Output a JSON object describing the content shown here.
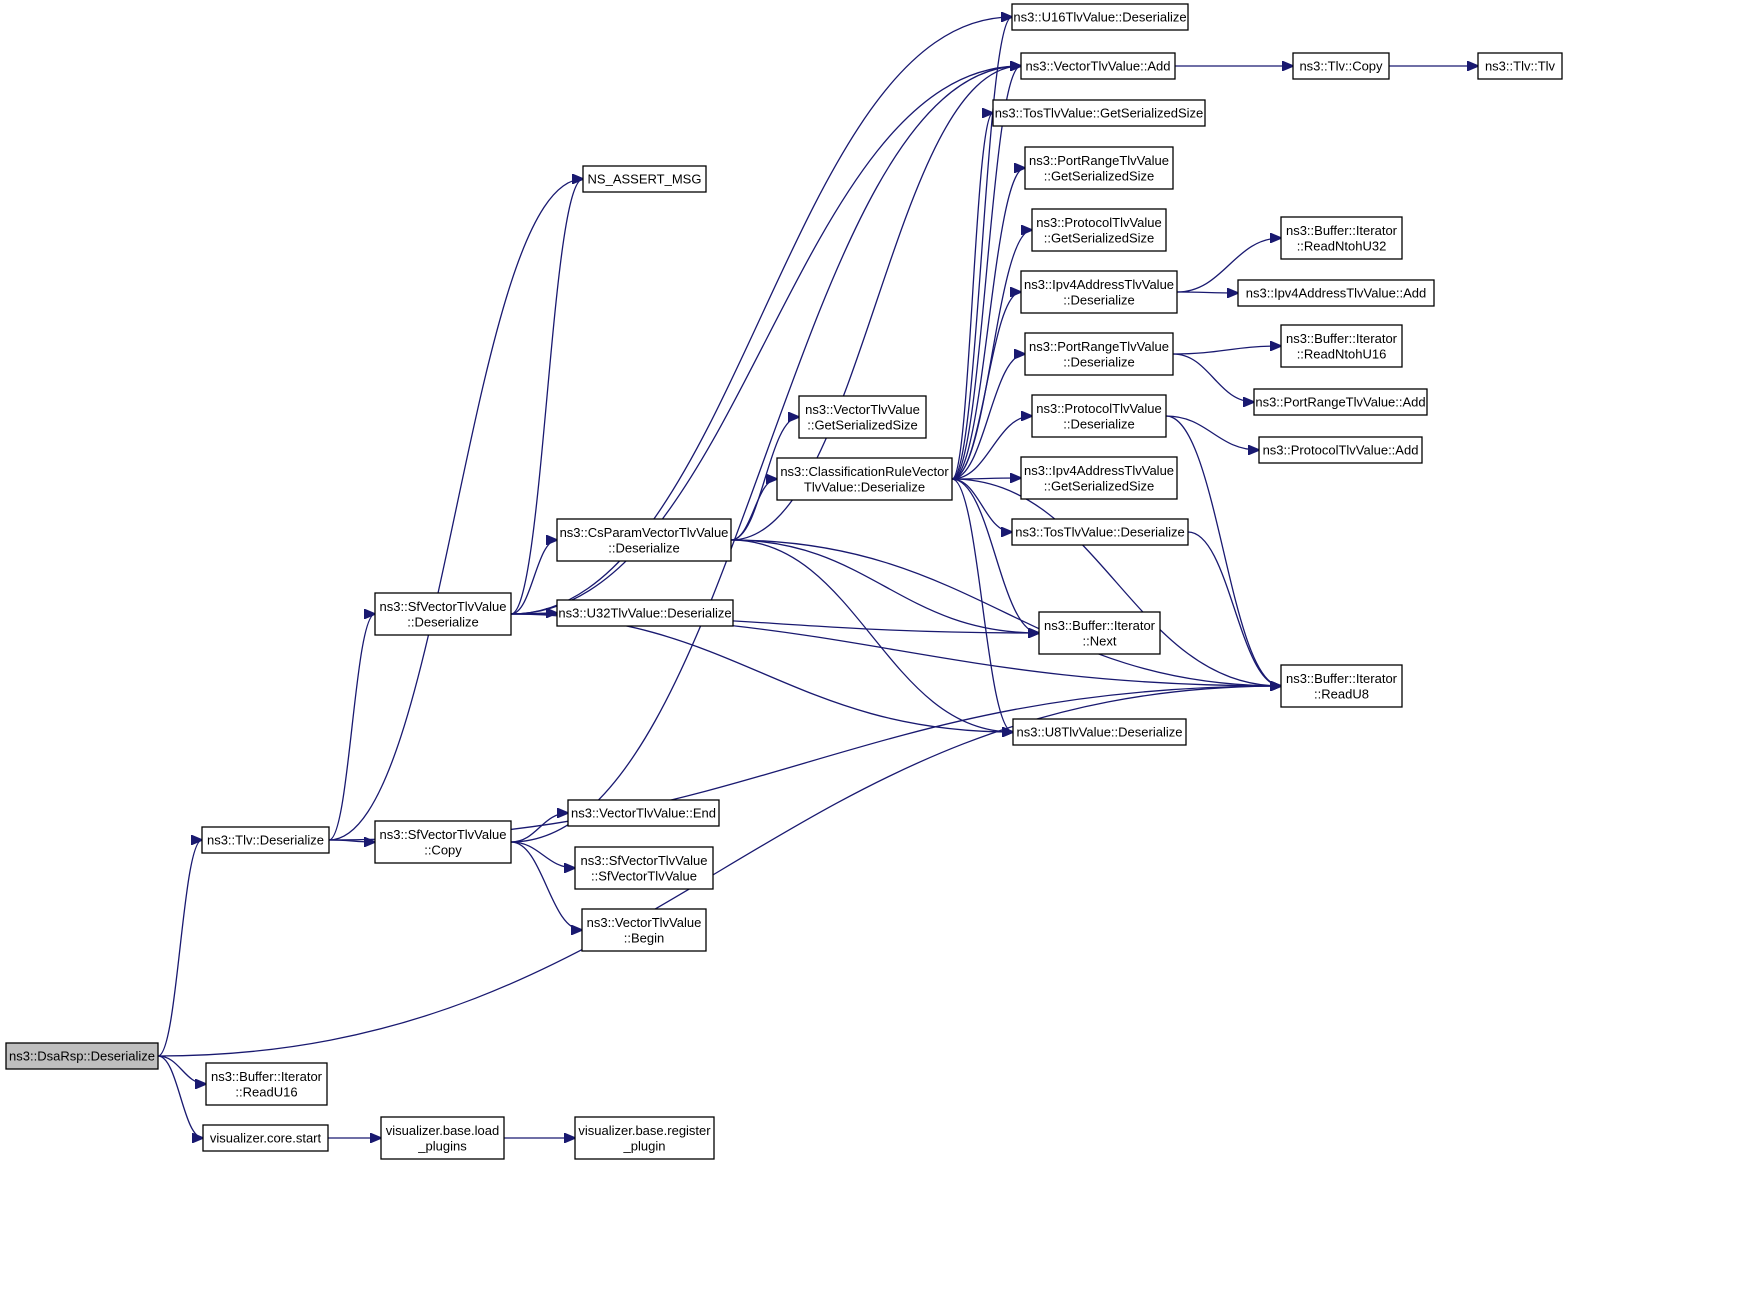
{
  "diagram": {
    "type": "call-graph",
    "edge_color": "#191970",
    "root_fill": "#bfbfbf",
    "nodes": [
      {
        "id": "root",
        "lines": [
          "ns3::DsaRsp::Deserialize"
        ],
        "root": true
      },
      {
        "id": "tlv_deser",
        "lines": [
          "ns3::Tlv::Deserialize"
        ]
      },
      {
        "id": "readu16",
        "lines": [
          "ns3::Buffer::Iterator",
          "::ReadU16"
        ]
      },
      {
        "id": "vis_start",
        "lines": [
          "visualizer.core.start"
        ]
      },
      {
        "id": "sfvec_deser",
        "lines": [
          "ns3::SfVectorTlvValue",
          "::Deserialize"
        ]
      },
      {
        "id": "sfvec_copy",
        "lines": [
          "ns3::SfVectorTlvValue",
          "::Copy"
        ]
      },
      {
        "id": "load_plugins",
        "lines": [
          "visualizer.base.load",
          "_plugins"
        ]
      },
      {
        "id": "register_plugin",
        "lines": [
          "visualizer.base.register",
          "_plugin"
        ]
      },
      {
        "id": "ns_assert",
        "lines": [
          "NS_ASSERT_MSG"
        ]
      },
      {
        "id": "csparam",
        "lines": [
          "ns3::CsParamVectorTlvValue",
          "::Deserialize"
        ]
      },
      {
        "id": "u32",
        "lines": [
          "ns3::U32TlvValue::Deserialize"
        ]
      },
      {
        "id": "vec_end",
        "lines": [
          "ns3::VectorTlvValue::End"
        ]
      },
      {
        "id": "sfvec_ctor",
        "lines": [
          "ns3::SfVectorTlvValue",
          "::SfVectorTlvValue"
        ]
      },
      {
        "id": "vec_begin",
        "lines": [
          "ns3::VectorTlvValue",
          "::Begin"
        ]
      },
      {
        "id": "vec_getsize",
        "lines": [
          "ns3::VectorTlvValue",
          "::GetSerializedSize"
        ]
      },
      {
        "id": "classrule",
        "lines": [
          "ns3::ClassificationRuleVector",
          "TlvValue::Deserialize"
        ]
      },
      {
        "id": "u16",
        "lines": [
          "ns3::U16TlvValue::Deserialize"
        ]
      },
      {
        "id": "vec_add",
        "lines": [
          "ns3::VectorTlvValue::Add"
        ]
      },
      {
        "id": "tos_size",
        "lines": [
          "ns3::TosTlvValue::GetSerializedSize"
        ]
      },
      {
        "id": "port_size",
        "lines": [
          "ns3::PortRangeTlvValue",
          "::GetSerializedSize"
        ]
      },
      {
        "id": "proto_size",
        "lines": [
          "ns3::ProtocolTlvValue",
          "::GetSerializedSize"
        ]
      },
      {
        "id": "ipv4_deser",
        "lines": [
          "ns3::Ipv4AddressTlvValue",
          "::Deserialize"
        ]
      },
      {
        "id": "port_deser",
        "lines": [
          "ns3::PortRangeTlvValue",
          "::Deserialize"
        ]
      },
      {
        "id": "proto_deser",
        "lines": [
          "ns3::ProtocolTlvValue",
          "::Deserialize"
        ]
      },
      {
        "id": "ipv4_size",
        "lines": [
          "ns3::Ipv4AddressTlvValue",
          "::GetSerializedSize"
        ]
      },
      {
        "id": "tos_deser",
        "lines": [
          "ns3::TosTlvValue::Deserialize"
        ]
      },
      {
        "id": "next",
        "lines": [
          "ns3::Buffer::Iterator",
          "::Next"
        ]
      },
      {
        "id": "u8",
        "lines": [
          "ns3::U8TlvValue::Deserialize"
        ]
      },
      {
        "id": "tlv_copy",
        "lines": [
          "ns3::Tlv::Copy"
        ]
      },
      {
        "id": "tlv_ctor",
        "lines": [
          "ns3::Tlv::Tlv"
        ]
      },
      {
        "id": "readntohu32",
        "lines": [
          "ns3::Buffer::Iterator",
          "::ReadNtohU32"
        ]
      },
      {
        "id": "ipv4_add",
        "lines": [
          "ns3::Ipv4AddressTlvValue::Add"
        ]
      },
      {
        "id": "readntohu16",
        "lines": [
          "ns3::Buffer::Iterator",
          "::ReadNtohU16"
        ]
      },
      {
        "id": "port_add",
        "lines": [
          "ns3::PortRangeTlvValue::Add"
        ]
      },
      {
        "id": "proto_add",
        "lines": [
          "ns3::ProtocolTlvValue::Add"
        ]
      },
      {
        "id": "readu8",
        "lines": [
          "ns3::Buffer::Iterator",
          "::ReadU8"
        ]
      }
    ],
    "edges": [
      [
        "root",
        "tlv_deser"
      ],
      [
        "root",
        "readu16"
      ],
      [
        "root",
        "vis_start"
      ],
      [
        "root",
        "readu8"
      ],
      [
        "tlv_deser",
        "sfvec_deser"
      ],
      [
        "tlv_deser",
        "sfvec_copy"
      ],
      [
        "tlv_deser",
        "ns_assert"
      ],
      [
        "tlv_deser",
        "readu8"
      ],
      [
        "vis_start",
        "load_plugins"
      ],
      [
        "load_plugins",
        "register_plugin"
      ],
      [
        "sfvec_deser",
        "ns_assert"
      ],
      [
        "sfvec_deser",
        "csparam"
      ],
      [
        "sfvec_deser",
        "u32"
      ],
      [
        "sfvec_deser",
        "u16"
      ],
      [
        "sfvec_deser",
        "vec_add"
      ],
      [
        "sfvec_deser",
        "next"
      ],
      [
        "sfvec_deser",
        "u8"
      ],
      [
        "sfvec_deser",
        "readu8"
      ],
      [
        "sfvec_copy",
        "vec_end"
      ],
      [
        "sfvec_copy",
        "sfvec_ctor"
      ],
      [
        "sfvec_copy",
        "vec_begin"
      ],
      [
        "sfvec_copy",
        "vec_add"
      ],
      [
        "csparam",
        "vec_getsize"
      ],
      [
        "csparam",
        "classrule"
      ],
      [
        "csparam",
        "vec_add"
      ],
      [
        "csparam",
        "next"
      ],
      [
        "csparam",
        "u8"
      ],
      [
        "csparam",
        "readu8"
      ],
      [
        "classrule",
        "u16"
      ],
      [
        "classrule",
        "vec_add"
      ],
      [
        "classrule",
        "tos_size"
      ],
      [
        "classrule",
        "port_size"
      ],
      [
        "classrule",
        "proto_size"
      ],
      [
        "classrule",
        "ipv4_deser"
      ],
      [
        "classrule",
        "port_deser"
      ],
      [
        "classrule",
        "proto_deser"
      ],
      [
        "classrule",
        "ipv4_size"
      ],
      [
        "classrule",
        "tos_deser"
      ],
      [
        "classrule",
        "next"
      ],
      [
        "classrule",
        "u8"
      ],
      [
        "classrule",
        "readu8"
      ],
      [
        "vec_add",
        "tlv_copy"
      ],
      [
        "tlv_copy",
        "tlv_ctor"
      ],
      [
        "ipv4_deser",
        "readntohu32"
      ],
      [
        "ipv4_deser",
        "ipv4_add"
      ],
      [
        "port_deser",
        "readntohu16"
      ],
      [
        "port_deser",
        "port_add"
      ],
      [
        "proto_deser",
        "proto_add"
      ],
      [
        "proto_deser",
        "readu8"
      ],
      [
        "tos_deser",
        "readu8"
      ]
    ]
  }
}
